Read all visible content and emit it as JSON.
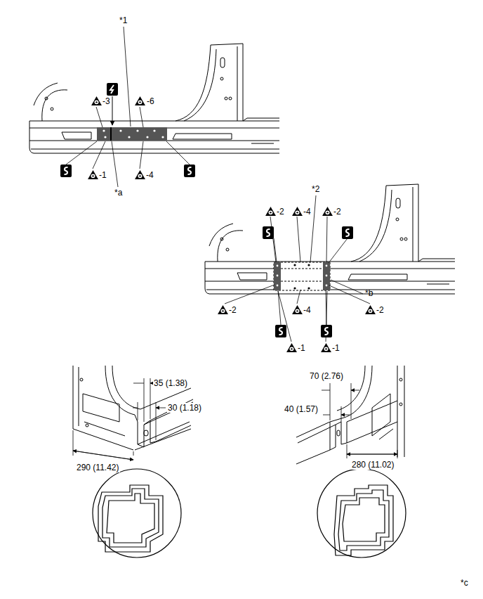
{
  "diagram": {
    "labels": [
      "*1",
      "-3",
      "-6",
      "-1",
      "-4",
      "*a",
      "*2",
      "-2",
      "-4",
      "-2",
      "*b",
      "-2",
      "-4",
      "-2",
      "-1",
      "-1",
      "35 (1.38)",
      "30 (1.18)",
      "290 (11.42)",
      "70 (2.76)",
      "40 (1.57)",
      "280 (11.02)",
      "*c"
    ]
  }
}
